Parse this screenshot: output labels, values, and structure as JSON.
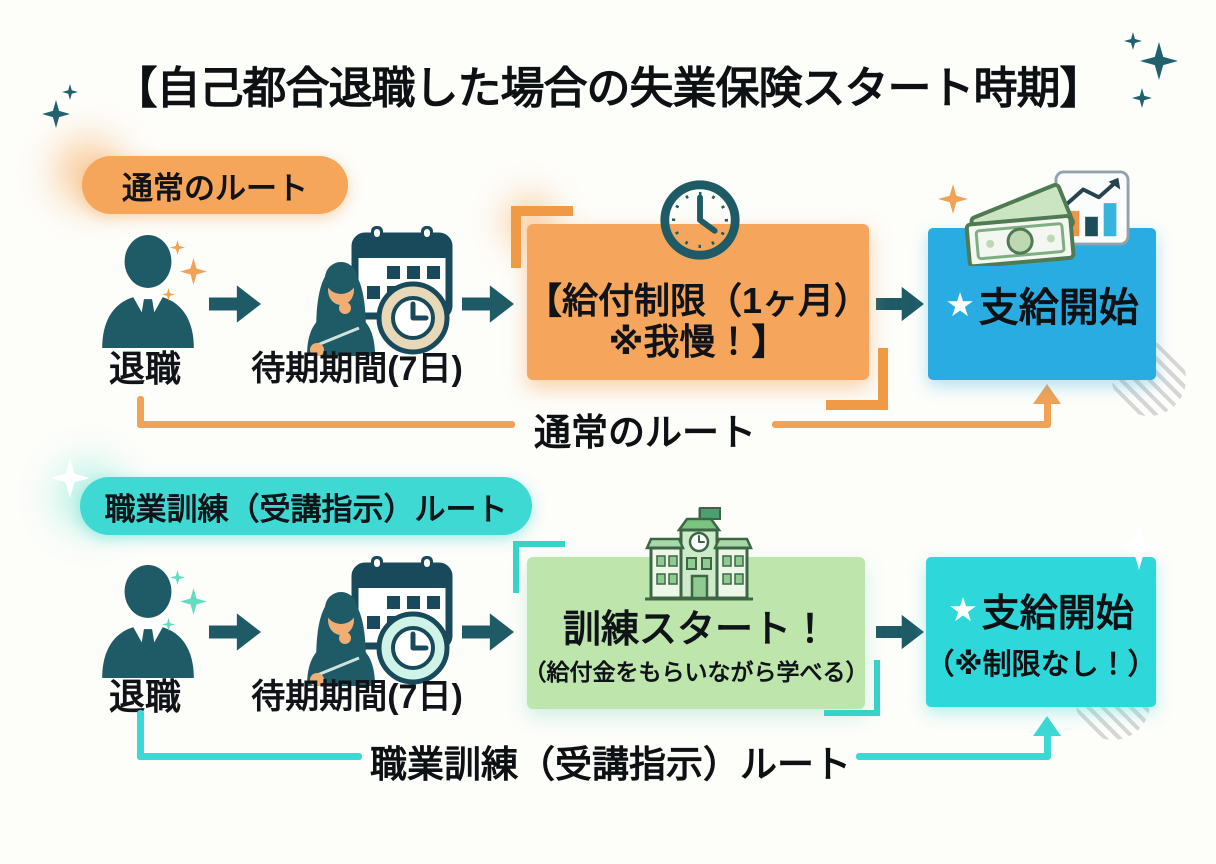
{
  "title": "【自己都合退職した場合の失業保険スタート時期】",
  "colors": {
    "dark_teal": "#1E5B66",
    "orange": "#F5A65A",
    "orange_line": "#F2A254",
    "blue_box": "#29ACE2",
    "cyan": "#3FD9D3",
    "cyan_box": "#2ED7DA",
    "green_box": "#BDE5AC",
    "mint_sparkle": "#63DCC0",
    "text": "#0E1114"
  },
  "icons": {
    "step1": "businessperson-icon",
    "step2": "woman-calendar-clock-icon",
    "route1_box": "clock-icon",
    "route1_result": "money-bills-icon / growth-chart-icon",
    "route2_box": "school-icon",
    "decor": "sparkle-icon / striped-circle"
  },
  "route1": {
    "badge": "通常のルート",
    "step1_label": "退職",
    "step2_label": "待期期間(7日)",
    "box_line1": "【給付制限（1ヶ月）",
    "box_line2": "※我慢！】",
    "result_star": "★",
    "result_label": "支給開始",
    "route_label": "通常のルート"
  },
  "route2": {
    "badge": "職業訓練（受講指示）ルート",
    "step1_label": "退職",
    "step2_label": "待期期間(7日)",
    "box_line1": "訓練スタート！",
    "box_line2": "（給付金をもらいながら学べる）",
    "result_star": "★",
    "result_label": "支給開始",
    "result_note": "（※制限なし！）",
    "route_label": "職業訓練（受講指示）ルート"
  }
}
